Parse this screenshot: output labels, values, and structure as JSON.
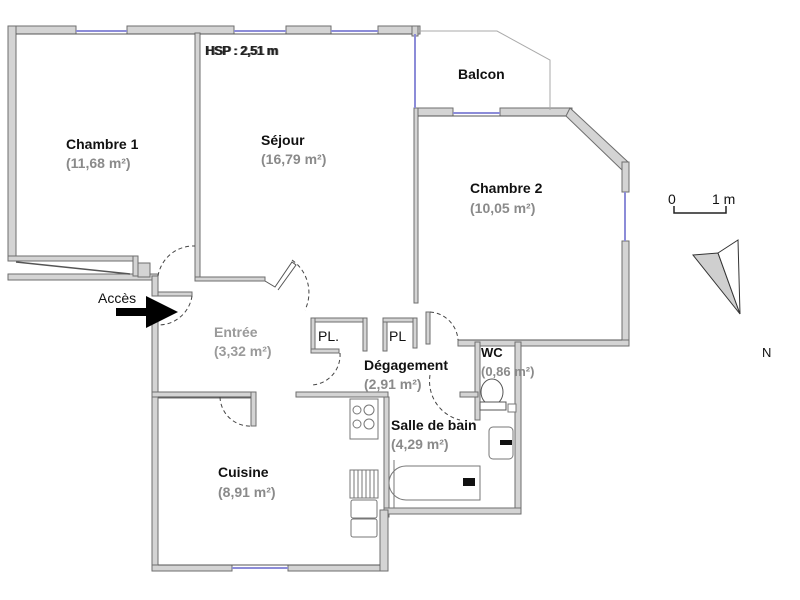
{
  "plan": {
    "ceiling_height": "HSP : 2,51 m",
    "access_label": "Accès",
    "rooms": [
      {
        "id": "chambre1",
        "name": "Chambre 1",
        "area": "(11,68 m²)"
      },
      {
        "id": "sejour",
        "name": "Séjour",
        "area": "(16,79 m²)"
      },
      {
        "id": "balcon",
        "name": "Balcon",
        "area": ""
      },
      {
        "id": "chambre2",
        "name": "Chambre 2",
        "area": "(10,05 m²)"
      },
      {
        "id": "entree",
        "name": "Entrée",
        "area": "(3,32 m²)"
      },
      {
        "id": "degagement",
        "name": "Dégagement",
        "area": "(2,91 m²)"
      },
      {
        "id": "wc",
        "name": "WC",
        "area": "(0,86 m²)"
      },
      {
        "id": "salle_de_bain",
        "name": "Salle de bain",
        "area": "(4,29 m²)"
      },
      {
        "id": "cuisine",
        "name": "Cuisine",
        "area": "(8,91 m²)"
      }
    ],
    "closets": [
      "PL.",
      "PL"
    ],
    "scale": {
      "start": "0",
      "end": "1 m"
    },
    "north_label": "N"
  },
  "colors": {
    "wall_fill": "#d4d4d4",
    "wall_stroke": "#6e6e6e",
    "window": "#8c8cd8",
    "label": "#111111",
    "area": "#8a8a8a"
  }
}
